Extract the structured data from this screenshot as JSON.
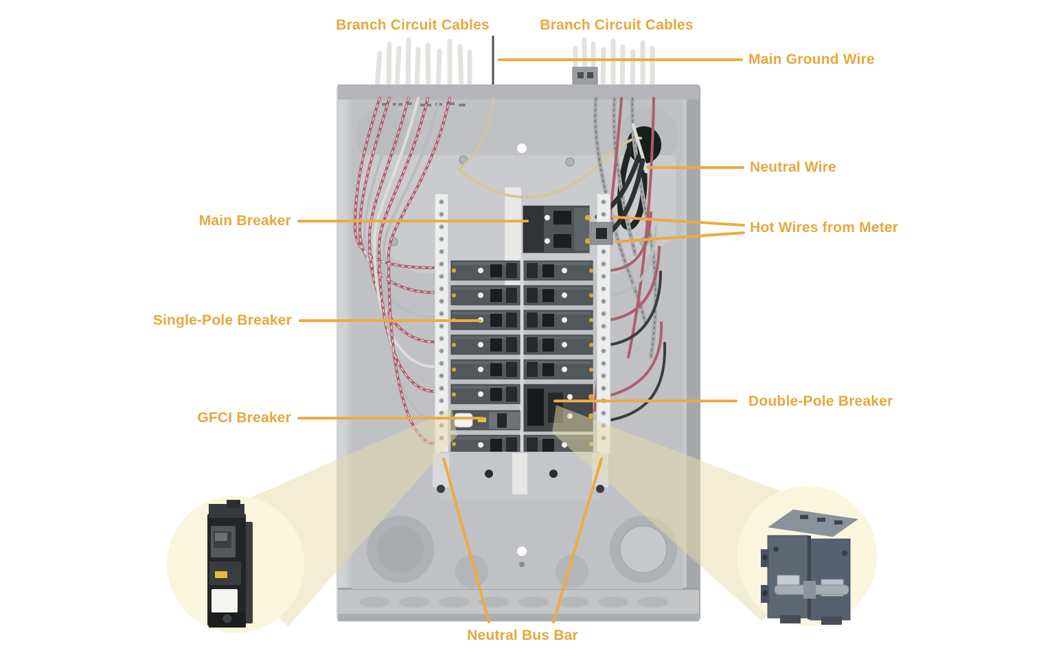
{
  "title": "Breaker panel anatomy diagram",
  "labels": {
    "branch_circuit_cables_left": "Branch Circuit Cables",
    "branch_circuit_cables_right": "Branch Circuit Cables",
    "main_ground_wire": "Main Ground Wire",
    "neutral_wire": "Neutral Wire",
    "main_breaker": "Main Breaker",
    "hot_wires_from_meter": "Hot Wires from Meter",
    "single_pole_breaker": "Single-Pole Breaker",
    "gfci_breaker": "GFCI Breaker",
    "double_pole_breaker": "Double-Pole Breaker",
    "neutral_bus_bar": "Neutral Bus Bar"
  },
  "colors": {
    "label": "#E9A73C",
    "leader": "#F0A941",
    "beam": "#E5DBAA",
    "callout-fill": "#FAF6DE",
    "panel-shell": "#C6C8CA",
    "panel-rim": "#B3B5B8",
    "panel-interior": "#BFC1C4",
    "panel-plate": "#C9CBCE",
    "breaker-dark": "#53585C",
    "bus-bar": "#ECEDED",
    "wire-maroon": "#AD5E6C",
    "wire-gray": "#B9BCBE",
    "wire-black": "#2E3133",
    "screw-yellow": "#D9A83E"
  }
}
